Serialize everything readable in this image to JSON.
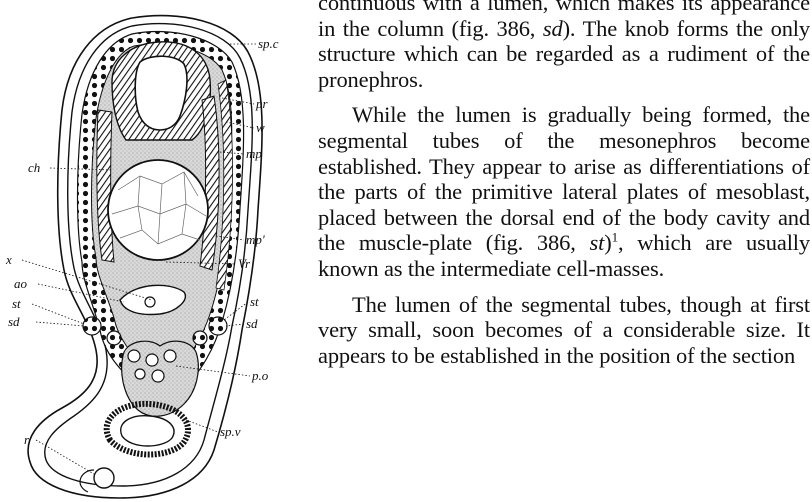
{
  "figure": {
    "labels": {
      "sp_c": "sp.c",
      "pr": "pr",
      "w": "w",
      "mp": "mp",
      "mp2": "mp'",
      "ch": "ch",
      "x": "x",
      "vr": "Vr",
      "ao": "ao",
      "st_left": "st",
      "st_right": "st",
      "sd_left": "sd",
      "sd_right": "sd",
      "po": "p.o",
      "sp_v": "sp.v",
      "r": "r"
    }
  },
  "text": {
    "p1_a": "continuous with a lumen, which makes its appearance in the column (fig. 386, ",
    "p1_sd": "sd",
    "p1_b": "). The knob forms the only structure which can be regarded as a rudiment of the pronephros.",
    "p2_a": "While the lumen is gradually being formed, the segmental tubes of the mesonephros become established. They appear to arise as differentiations of the parts of the primitive lateral plates of mesoblast, placed between the dorsal end of the body cavity and the muscle-plate (fig. 386, ",
    "p2_st": "st",
    "p2_sup": "1",
    "p2_b": ", which are usually known as the intermediate cell-masses.",
    "p3": "The lumen of the segmental tubes, though at first very small, soon becomes of a considerable size. It appears to be established in the position of the section"
  }
}
